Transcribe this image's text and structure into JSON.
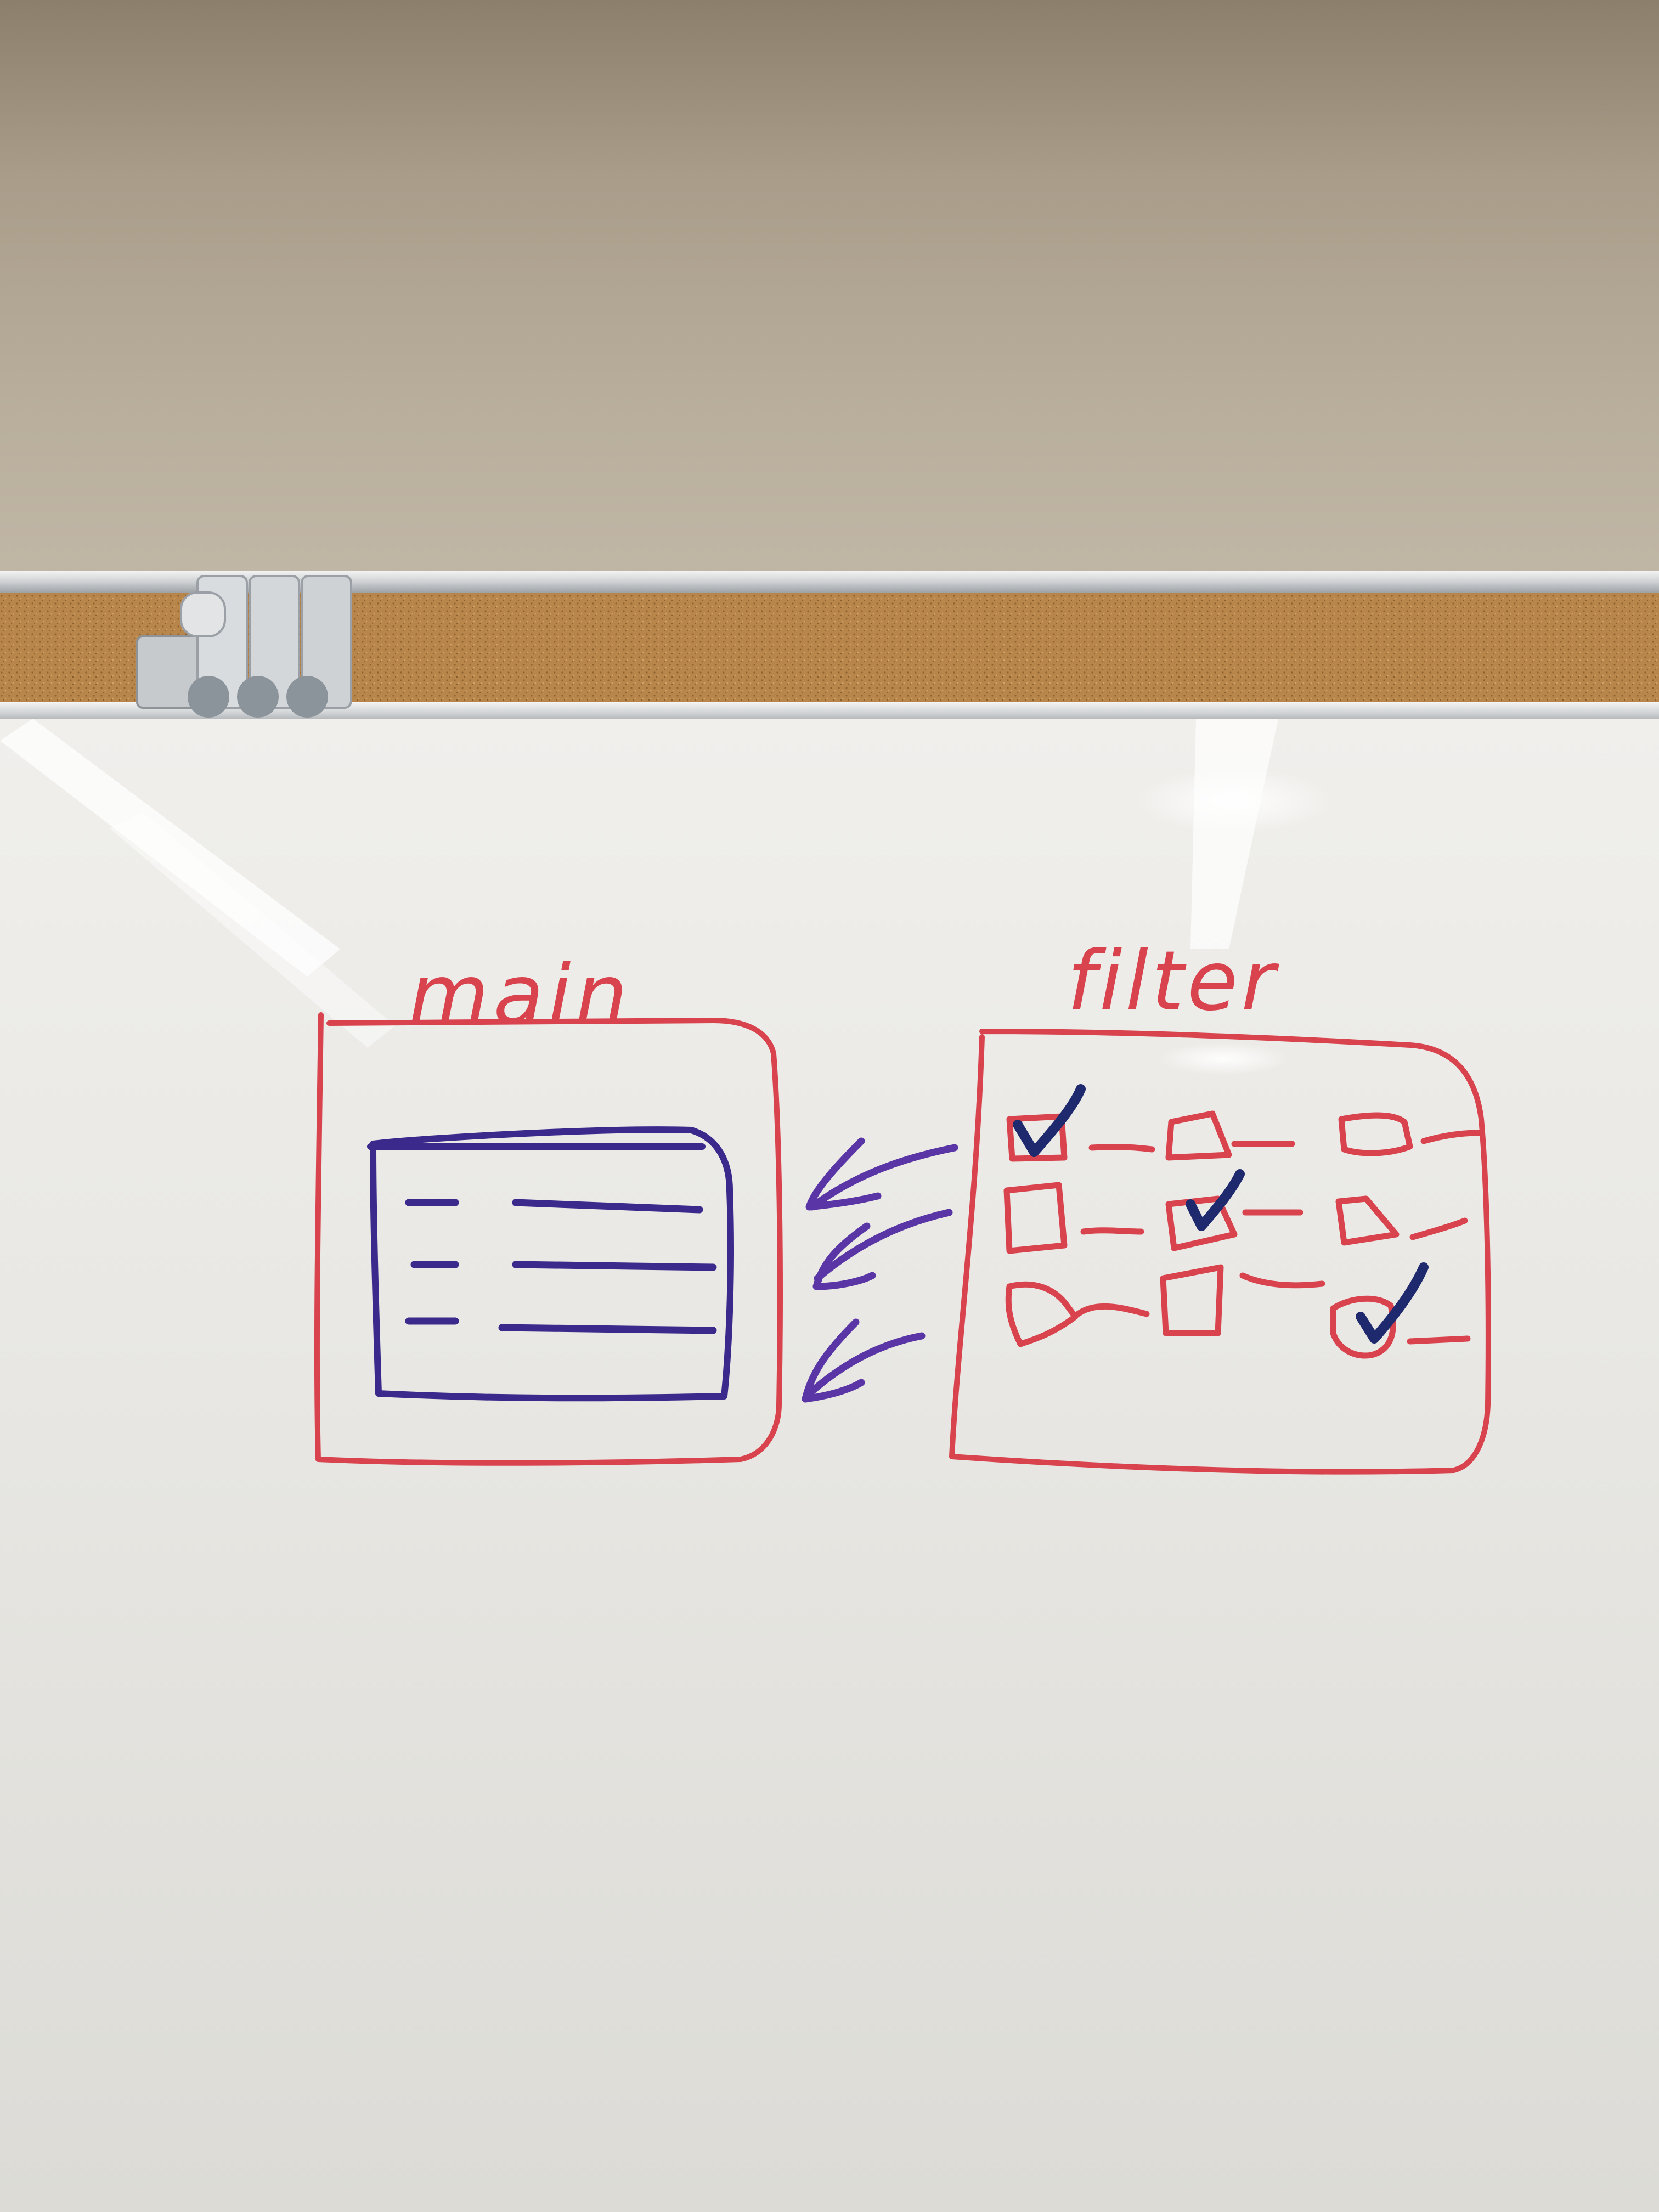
{
  "diagram": {
    "main_label": "main",
    "filter_label": "filter",
    "checkbox_states": [
      [
        true,
        false,
        false
      ],
      [
        false,
        true,
        false
      ],
      [
        false,
        false,
        true
      ]
    ],
    "arrow_count": 3,
    "list_rows": 3
  },
  "colors": {
    "red_marker": "#d9434e",
    "blue_marker": "#3b2a8c",
    "purple_marker": "#5a35a6",
    "check_marker": "#1f2a6e",
    "cork": "#b8864b"
  }
}
